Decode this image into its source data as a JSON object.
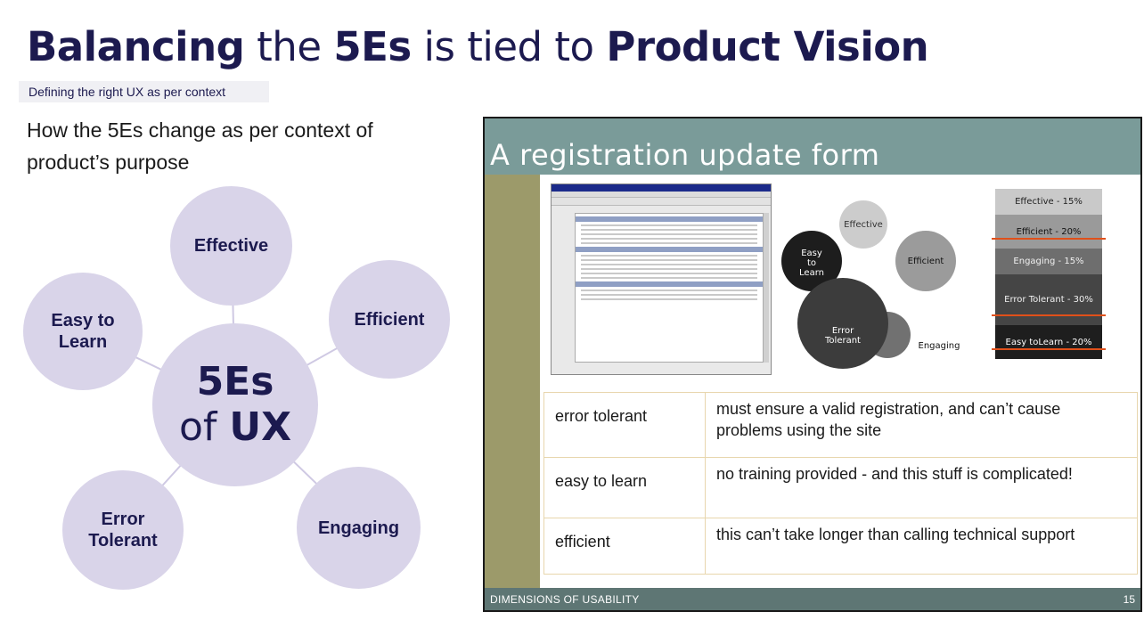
{
  "header": {
    "title_part1": "Balancing",
    "title_part2": " the ",
    "title_part3": "5Es",
    "title_part4": " is tied to ",
    "title_part5": "Product Vision",
    "subtitle": "Defining the right UX as per context"
  },
  "intro": "How the 5Es change as per context of product’s purpose",
  "diagram": {
    "center_line1": "5Es",
    "center_of": "of ",
    "center_ux": "UX",
    "petals": {
      "effective": "Effective",
      "efficient": "Efficient",
      "engaging": "Engaging",
      "error_tolerant_1": "Error",
      "error_tolerant_2": "Tolerant",
      "easy_to_learn_1": "Easy to",
      "easy_to_learn_2": "Learn"
    },
    "colors": {
      "petal": "#d9d4e9",
      "text": "#1c1a4f"
    }
  },
  "slide": {
    "title": "A registration update form",
    "footer_left": "DIMENSIONS OF USABILITY",
    "footer_right": "15",
    "bubble_labels": {
      "effective": "Effective",
      "efficient": "Efficient",
      "easy_1": "Easy",
      "easy_2": "to",
      "easy_3": "Learn",
      "error_1": "Error",
      "error_2": "Tolerant",
      "engaging": "Engaging"
    },
    "bar_labels": [
      {
        "label": "Effective - 15%",
        "value": 15,
        "color": "#c9c9c9",
        "text": "#222222"
      },
      {
        "label": "Efficient - 20%",
        "value": 20,
        "color": "#9a9a9a",
        "text": "#111111"
      },
      {
        "label": "Engaging - 15%",
        "value": 15,
        "color": "#6e6e6e",
        "text": "#f0f0f0"
      },
      {
        "label": "Error Tolerant - 30%",
        "value": 30,
        "color": "#454545",
        "text": "#f0f0f0"
      },
      {
        "label": "Easy toLearn - 20%",
        "value": 20,
        "color": "#1e1e1e",
        "text": "#ffffff"
      }
    ],
    "table": [
      {
        "key": "error tolerant",
        "value": "must ensure a valid registration, and can’t cause problems using the site"
      },
      {
        "key": "easy to learn",
        "value": "no training provided - and this stuff is complicated!"
      },
      {
        "key": "efficient",
        "value": "this can’t take longer than calling technical support"
      }
    ]
  }
}
